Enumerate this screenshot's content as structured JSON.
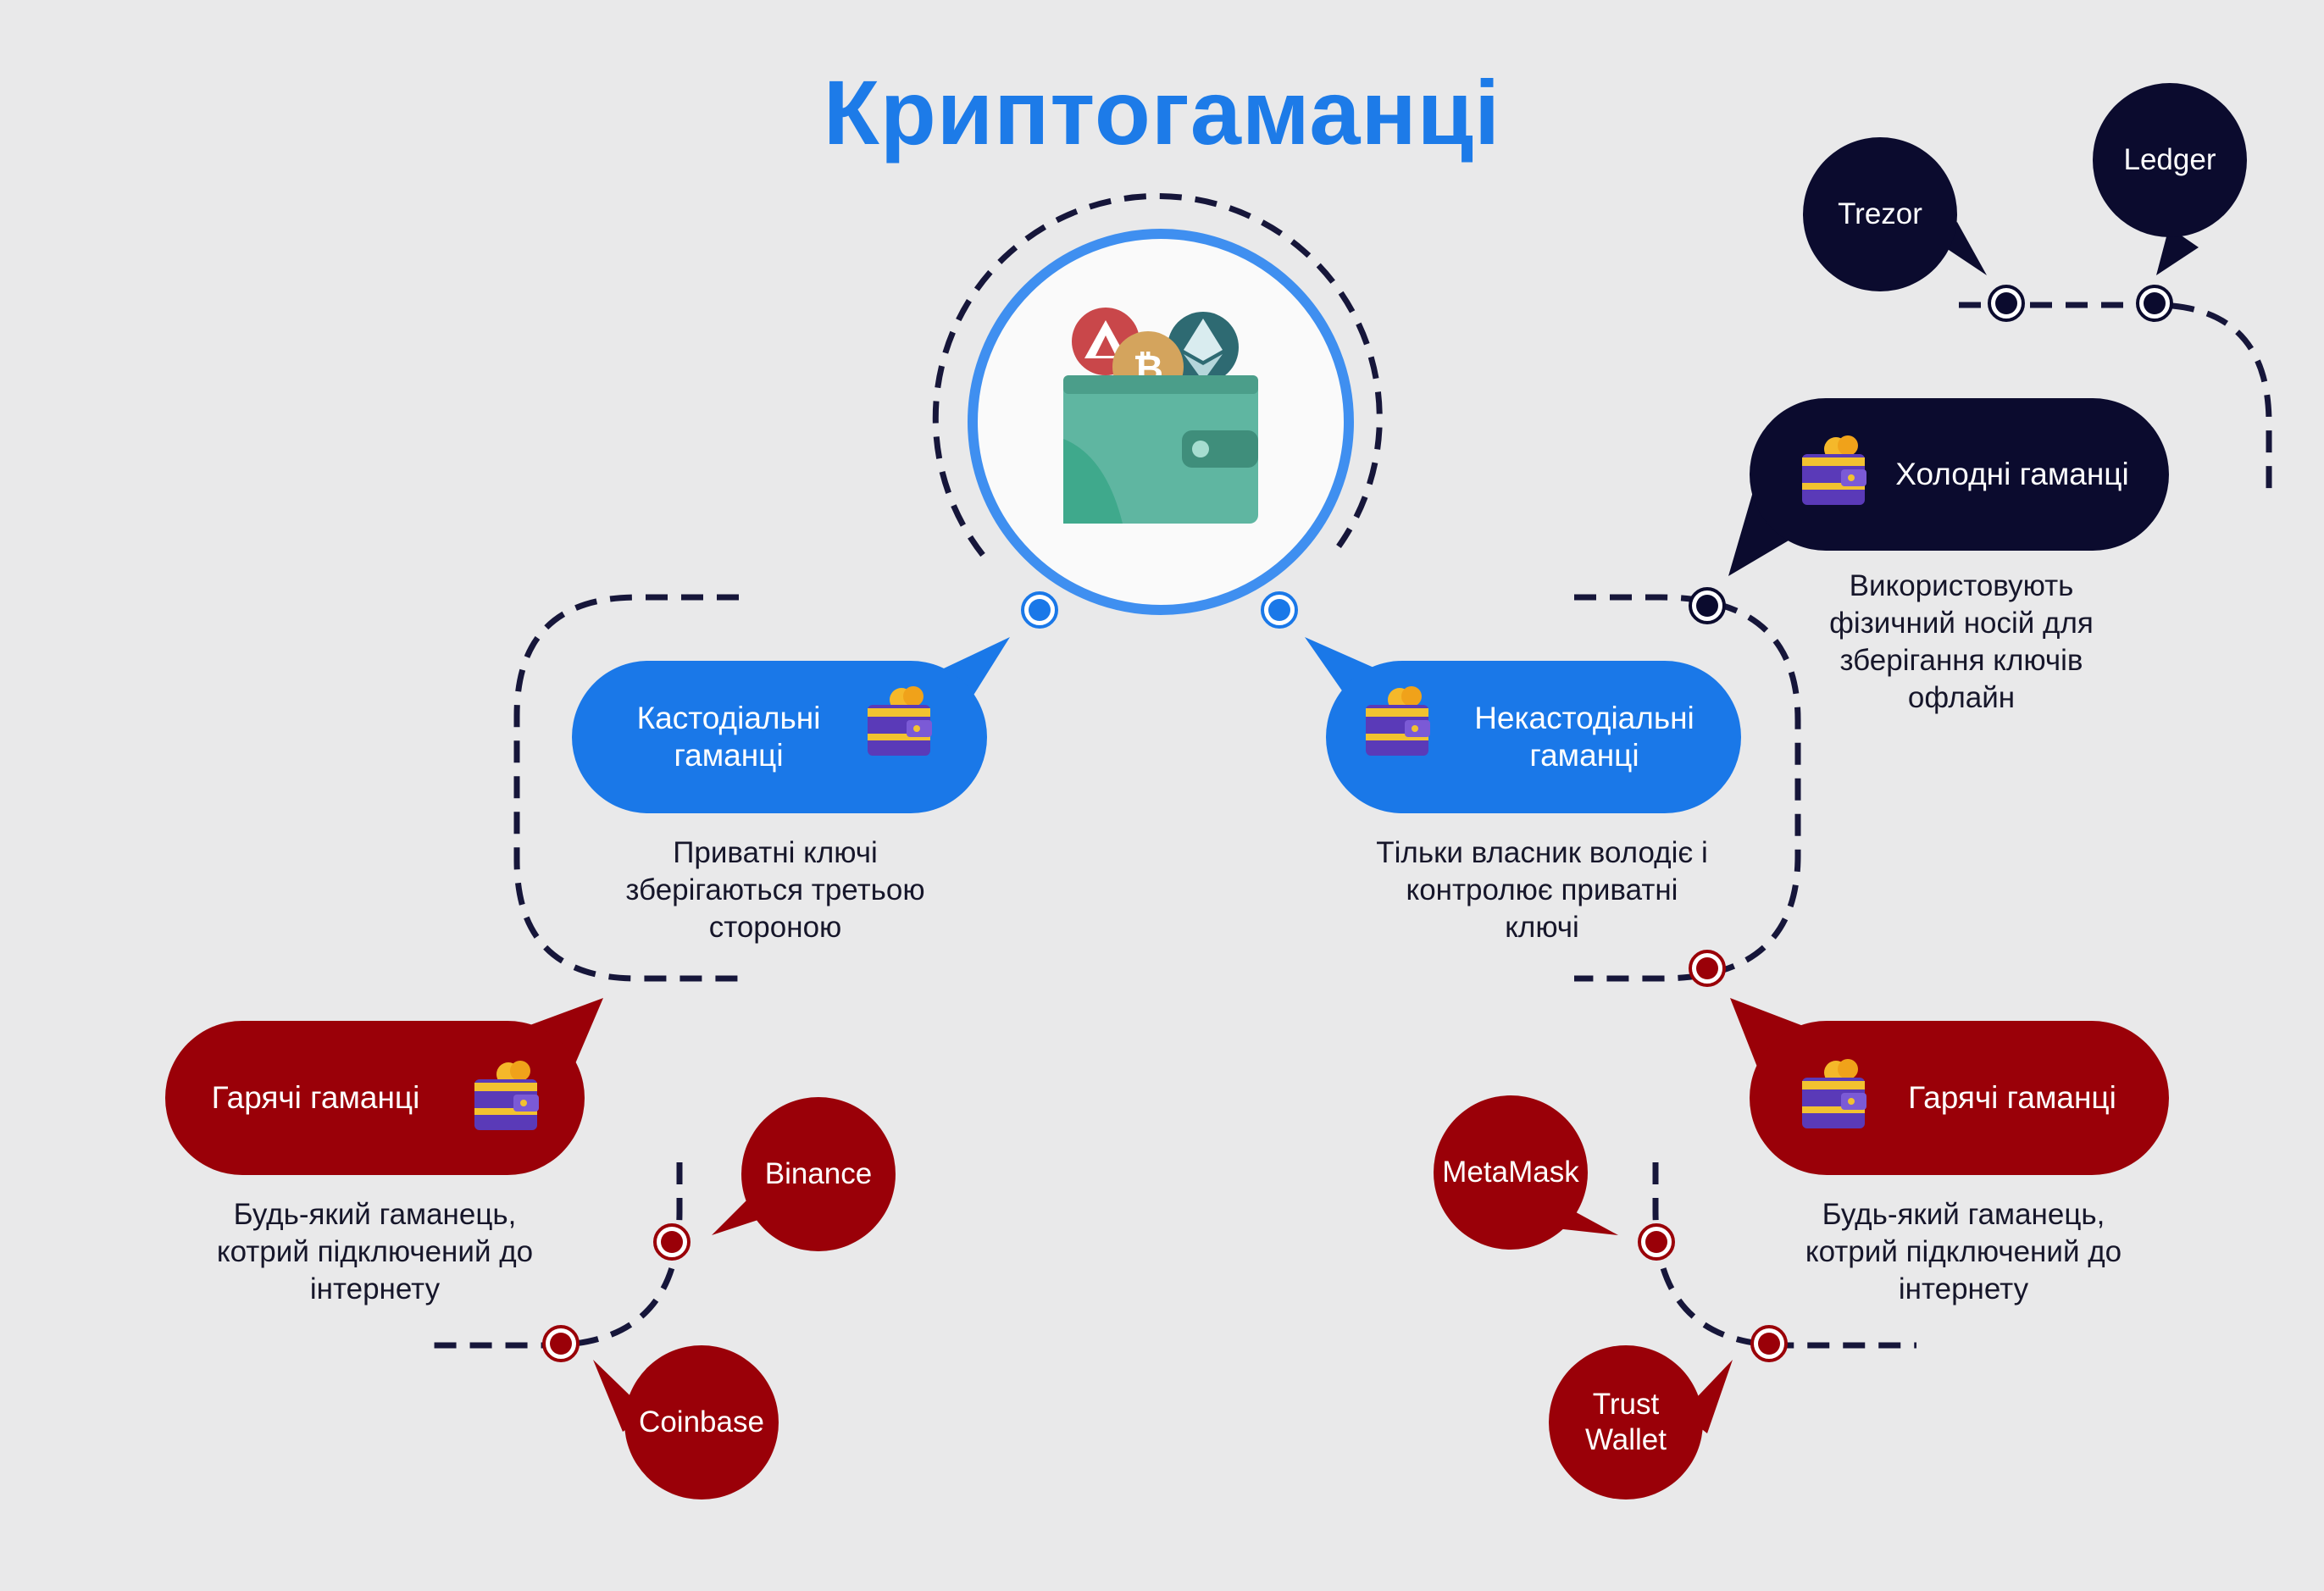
{
  "title": "Криптогаманці",
  "colors": {
    "blue": "#1a78e8",
    "red": "#9a0008",
    "navy": "#0b0b2e",
    "background": "#e9e9ea",
    "text": "#16162a"
  },
  "center_icon": "wallet-with-crypto-coins-icon",
  "custodial": {
    "label": "Кастодіальні\nгаманці",
    "description": "Приватні ключі\nзберігаються третьою\nстороною",
    "icon": "purple-wallet-icon"
  },
  "noncustodial": {
    "label": "Некастодіальні\nгаманці",
    "description": "Тільки власник володіє і\nконтролює приватні\nключі",
    "icon": "purple-wallet-icon"
  },
  "cold": {
    "label": "Холодні гаманці",
    "description": "Використовують\nфізичний носій для\nзберігання ключів\nофлайн",
    "examples": [
      "Trezor",
      "Ledger"
    ]
  },
  "hot_left": {
    "label": "Гарячі гаманці",
    "description": "Будь-який гаманець,\nкотрий підключений до\nінтернету",
    "examples": [
      "Binance",
      "Coinbase"
    ]
  },
  "hot_right": {
    "label": "Гарячі гаманці",
    "description": "Будь-який гаманець,\nкотрий підключений до\nінтернету",
    "examples": [
      "MetaMask",
      "Trust\nWallet"
    ]
  }
}
